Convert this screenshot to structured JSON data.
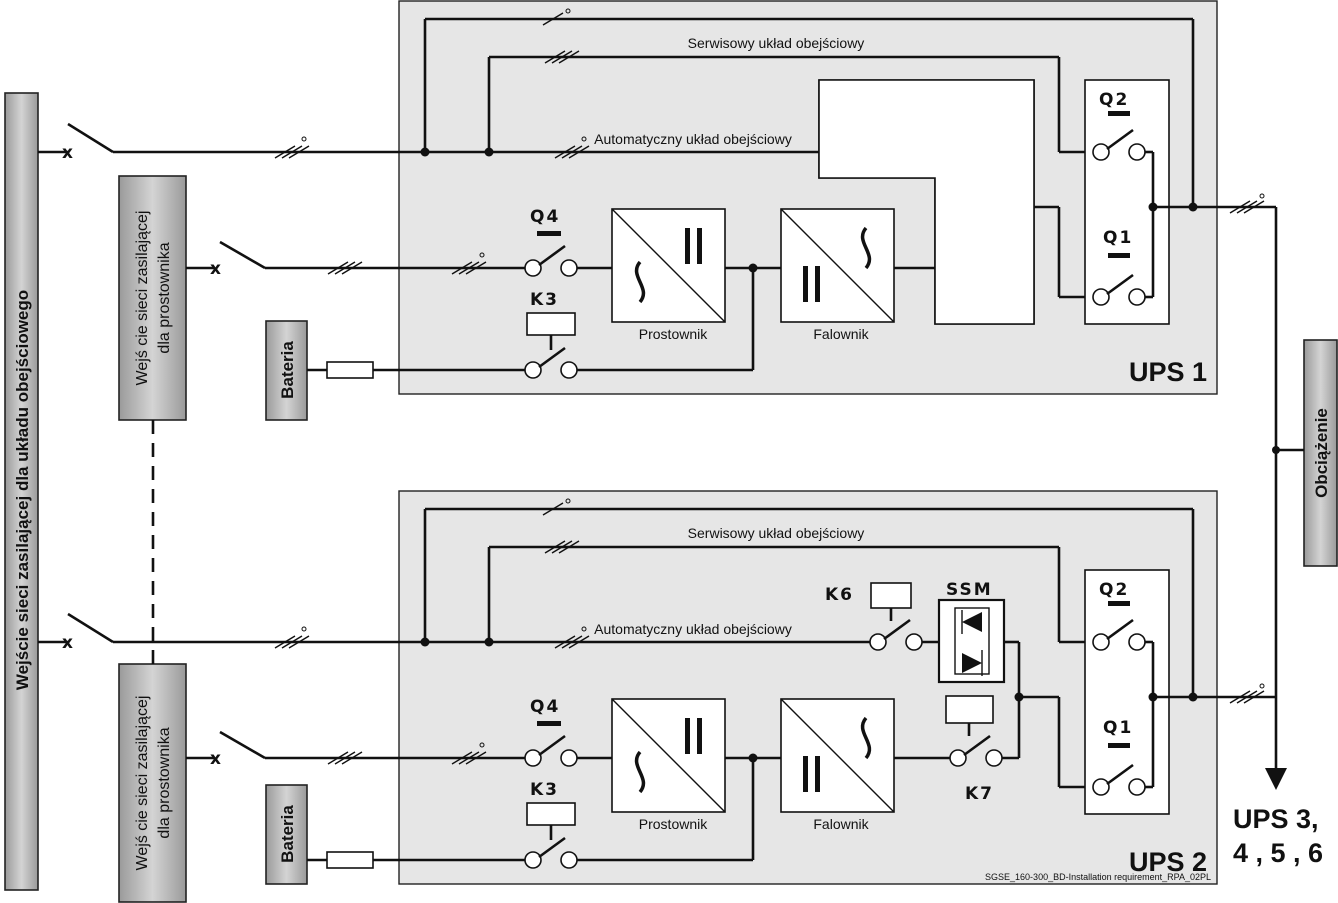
{
  "main_input_label": "Wejście sieci zasilającej dla układu obejściowego",
  "load_label": "Obciążenie",
  "rect_input_line1": "Wejś cie sieci  zasilającej",
  "rect_input_line2": "dla prostownika",
  "battery_label": "Bateria",
  "service_bypass_label": "Serwisowy układ obejściowy",
  "auto_bypass_label": "Automatyczny  układ obejściowy",
  "rectifier_label": "Prostownik",
  "inverter_label": "Falownik",
  "K6": "K6",
  "K7": "K7",
  "K3": "K3",
  "Q4": "Q4",
  "Q2": "Q2",
  "Q1": "Q1",
  "SSM": "SSM",
  "ups1_label": "UPS 1",
  "ups2_label": "UPS 2",
  "more_ups_line1": "UPS 3,",
  "more_ups_line2": "4 , 5 , 6",
  "footer_ref": "SGSE_160-300_BD-Installation requirement_RPA_02PL"
}
